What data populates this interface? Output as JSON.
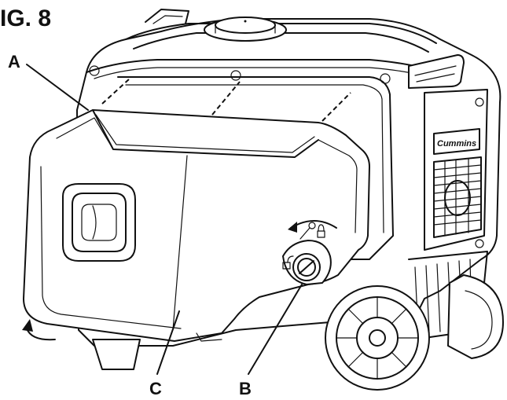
{
  "figure": {
    "title": "IG. 8",
    "brand_text": "Cummins",
    "callouts": {
      "a": "A",
      "b": "B",
      "c": "C"
    }
  }
}
